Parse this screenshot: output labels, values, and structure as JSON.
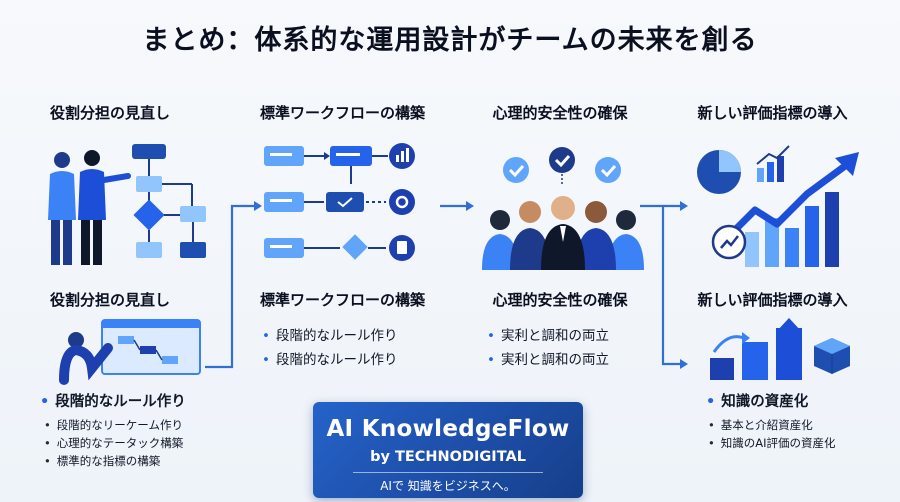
{
  "title": "まとめ：体系的な運用設計がチームの未来を創る",
  "columns": [
    {
      "heading_top": "役割分担の見直し",
      "heading_bottom": "役割分担の見直し",
      "main_bullet": "段階的なルール作り",
      "sub_bullets": [
        "段階的なリーケーム作り",
        "心理的なテータック構築",
        "標準的な指標の構築"
      ]
    },
    {
      "heading_top": "標準ワークフローの構築",
      "heading_bottom": "標準ワークフローの構築",
      "bullets": [
        "段階的なルール作り",
        "段階的なルール作り"
      ]
    },
    {
      "heading_top": "心理的安全性の確保",
      "heading_bottom": "心理的安全性の確保",
      "bullets": [
        "実利と調和の両立",
        "実利と調和の両立"
      ]
    },
    {
      "heading_top": "新しい評価指標の導入",
      "heading_bottom": "新しい評価指標の導入",
      "main_bullet": "知識の資産化",
      "sub_bullets": [
        "基本と介紹資産化",
        "知識のAI評価の資産化"
      ]
    }
  ],
  "brand": {
    "name": "AI KnowledgeFlow",
    "by": "by TECHNODIGITAL",
    "tagline": "AIで 知識をビジネスへ。"
  },
  "icons": {
    "flowchart": "flowchart-people-icon",
    "workflow": "workflow-icon",
    "team": "team-checkmarks-icon",
    "metrics": "growth-chart-icon"
  },
  "colors": {
    "accent": "#2563eb",
    "dark_blue": "#1e3a8a",
    "light_blue": "#93c5fd"
  }
}
